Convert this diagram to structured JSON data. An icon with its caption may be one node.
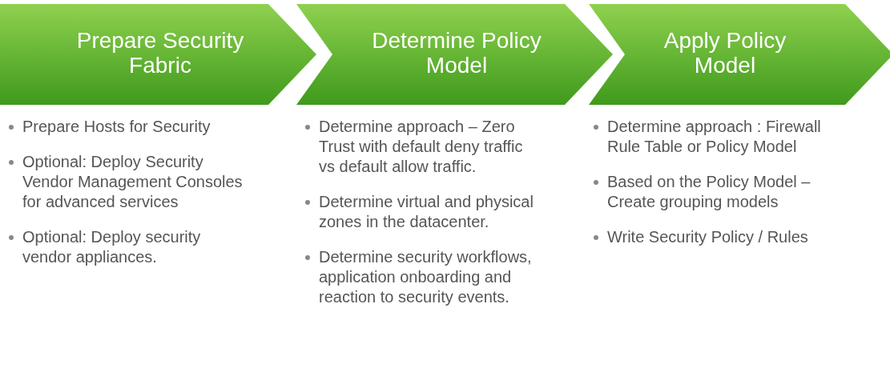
{
  "diagram": {
    "nodes": [
      {
        "text": [
          "Prepare Security Fabric"
        ],
        "beside": [
          "Prepare Hosts for Security",
          "Optional: Deploy Security Vendor Management Consoles for advanced services",
          "Optional: Deploy security vendor appliances."
        ]
      },
      {
        "text": [
          "Determine Policy Model"
        ],
        "beside": [
          "Determine approach – Zero Trust with default deny traffic vs default allow traffic.",
          "Determine virtual and physical zones in the datacenter.",
          "Determine security workflows, application onboarding and reaction to security events."
        ]
      },
      {
        "text": [
          "Apply Policy Model"
        ],
        "beside": [
          "Determine approach : Firewall Rule Table or Policy Model",
          "Based on the Policy Model – Create grouping models",
          "Write Security Policy / Rules"
        ]
      }
    ]
  }
}
